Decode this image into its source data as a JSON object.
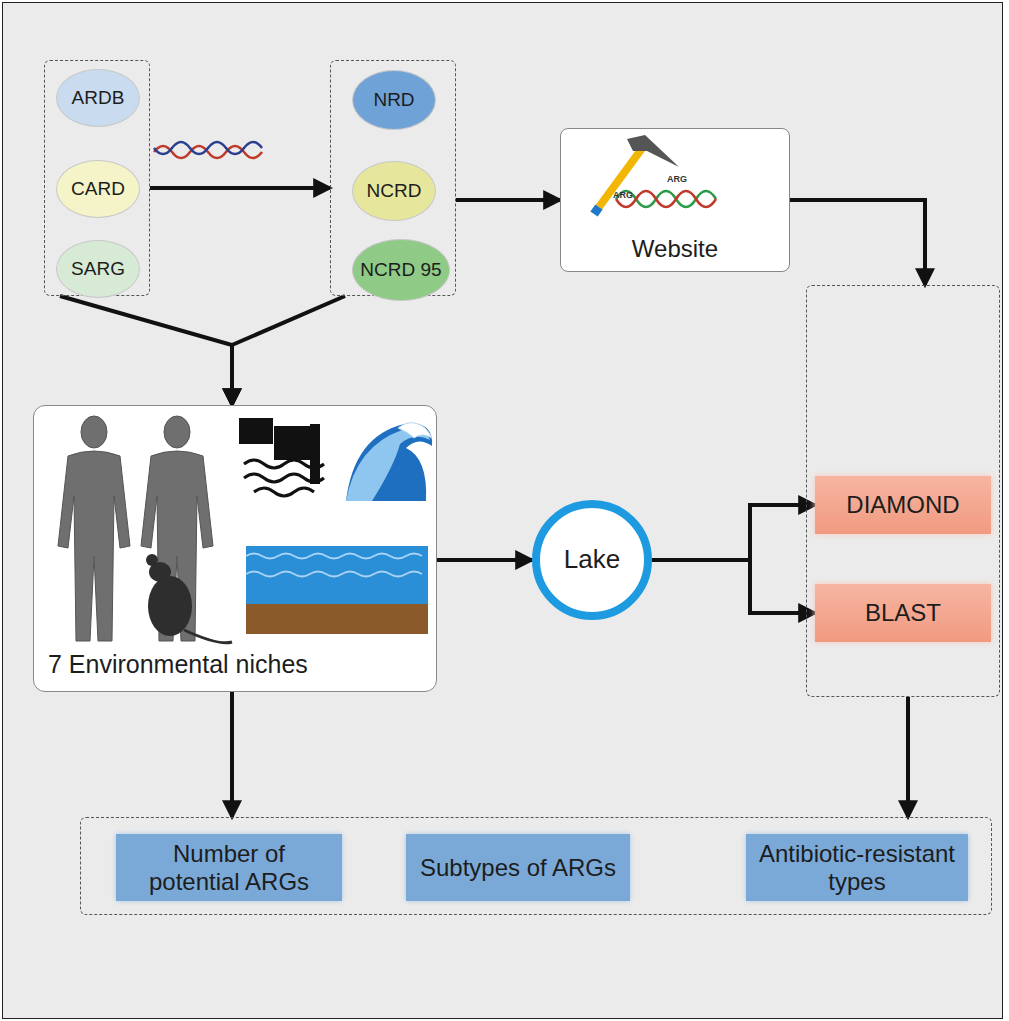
{
  "diagram": {
    "nodes": [
      {
        "text": []
      },
      {
        "text": [
          "ARDB"
        ],
        "in": 0
      },
      {
        "text": [
          "CARD"
        ],
        "in": 0
      },
      {
        "text": [
          "SARG"
        ],
        "in": 0
      },
      {
        "text": []
      },
      {
        "text": [
          "NRD"
        ],
        "in": 4
      },
      {
        "text": [
          "NCRD"
        ],
        "in": 4
      },
      {
        "text": [
          "NCRD 95"
        ],
        "in": 4
      },
      {
        "text": [
          "Website"
        ]
      },
      {
        "text": [
          "7 Environmental niches"
        ]
      },
      {
        "text": [
          "Lake"
        ]
      },
      {
        "text": []
      },
      {
        "text": [
          "DIAMOND"
        ],
        "in": 11
      },
      {
        "text": [
          "BLAST"
        ],
        "in": 11
      },
      {
        "text": []
      },
      {
        "text": [
          "Number of potential ARGs"
        ],
        "in": 14
      },
      {
        "text": [
          "Subtypes of ARGs"
        ],
        "in": 14
      },
      {
        "text": [
          "Antibiotic-resistant types"
        ],
        "in": 14
      }
    ],
    "edges": [
      {
        "from": 0,
        "to": 4,
        "arrow": "to"
      },
      {
        "from": 4,
        "to": 8,
        "arrow": "to"
      },
      {
        "from": 8,
        "to": 11,
        "arrow": "to"
      },
      {
        "from": 0,
        "to": 9,
        "arrow": "to"
      },
      {
        "from": 4,
        "to": 9,
        "arrow": "to"
      },
      {
        "from": 9,
        "to": 10,
        "arrow": "to"
      },
      {
        "from": 10,
        "to": 12,
        "arrow": "to"
      },
      {
        "from": 10,
        "to": 13,
        "arrow": "to"
      },
      {
        "from": 9,
        "to": 14,
        "arrow": "to"
      },
      {
        "from": 11,
        "to": 14,
        "arrow": "to"
      }
    ],
    "labels": [
      "ARG",
      "ARG"
    ]
  }
}
